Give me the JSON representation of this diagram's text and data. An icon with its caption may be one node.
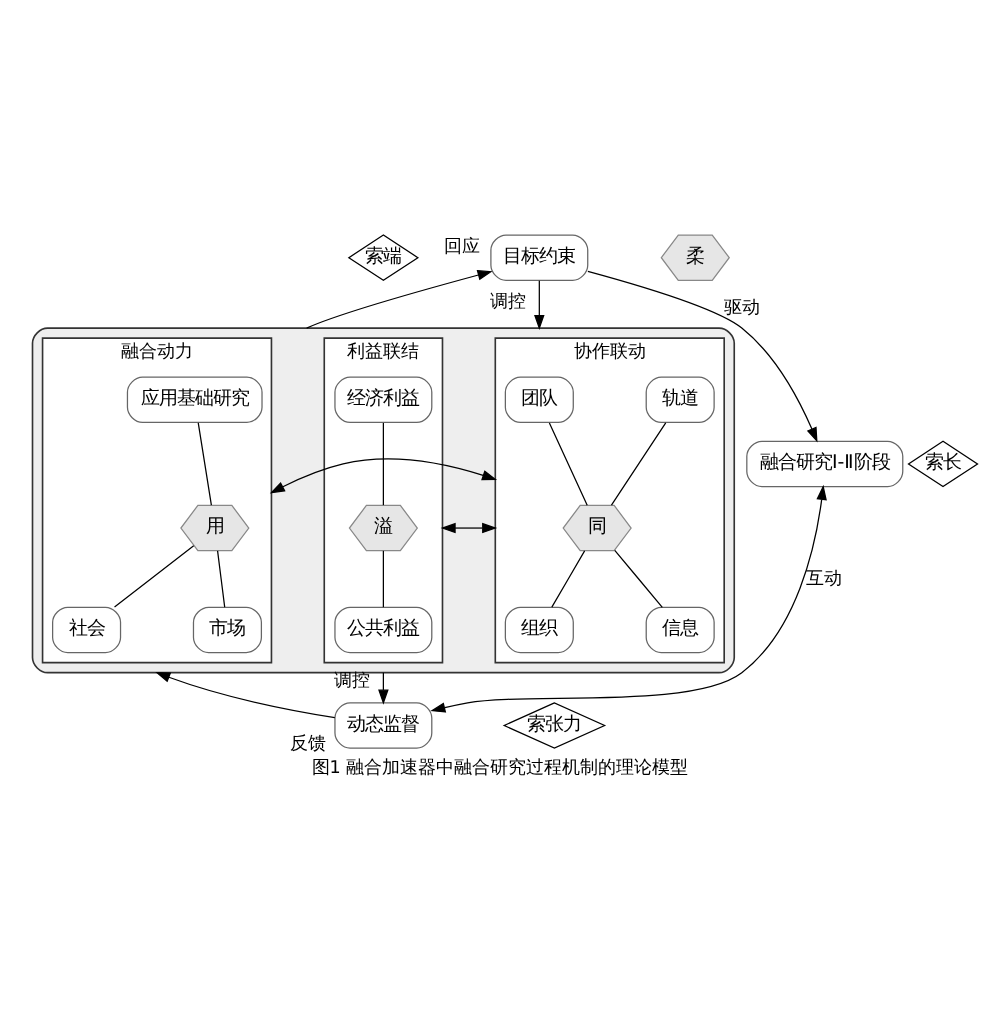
{
  "diagram": {
    "caption": "图1 融合加速器中融合研究过程机制的理论模型",
    "nodes": [
      {
        "text": [
          "索端"
        ]
      },
      {
        "text": [
          "目标约束"
        ]
      },
      {
        "text": [
          "索长"
        ]
      },
      {
        "text": [
          "融合研究Ⅰ-Ⅱ阶段"
        ]
      },
      {
        "text": [],
        "shape": "box"
      },
      {
        "text": [
          "融合动力"
        ],
        "in": 4
      },
      {
        "text": [
          "应用基础研究"
        ],
        "in": 5
      },
      {
        "text": [
          "用"
        ],
        "in": 5
      },
      {
        "text": [
          "社会"
        ],
        "in": 5
      },
      {
        "text": [
          "市场"
        ],
        "in": 5
      },
      {
        "text": [
          "协作联动"
        ],
        "in": 4
      },
      {
        "text": [
          "轨道"
        ],
        "in": 10
      },
      {
        "text": [
          "团队"
        ],
        "in": 10
      },
      {
        "text": [
          "同"
        ],
        "in": 10
      },
      {
        "text": [
          "组织"
        ],
        "in": 10
      },
      {
        "text": [
          "信息"
        ],
        "in": 10
      },
      {
        "text": [
          "利益联结"
        ],
        "in": 4
      },
      {
        "text": [
          "经济利益"
        ],
        "in": 16
      },
      {
        "text": [
          "溢"
        ],
        "in": 16
      },
      {
        "text": [
          "公共利益"
        ],
        "in": 16
      },
      {
        "text": [
          "索张力"
        ]
      },
      {
        "text": [
          "动态监督"
        ]
      },
      {
        "text": [
          "柔"
        ]
      }
    ],
    "edges": [
      {
        "from": 1,
        "to": 3,
        "arrow": "to",
        "label": "驱动"
      },
      {
        "from": 3,
        "to": 21,
        "arrow": "both",
        "label": "互动"
      },
      {
        "from": 5,
        "to": 10,
        "arrow": "both"
      },
      {
        "from": 10,
        "to": 16,
        "arrow": "both"
      },
      {
        "from": 7,
        "to": 6,
        "arrow": "none"
      },
      {
        "from": 7,
        "to": 8,
        "arrow": "none"
      },
      {
        "from": 7,
        "to": 9,
        "arrow": "none"
      },
      {
        "from": 13,
        "to": 11,
        "arrow": "none"
      },
      {
        "from": 13,
        "to": 12,
        "arrow": "none"
      },
      {
        "from": 13,
        "to": 14,
        "arrow": "none"
      },
      {
        "from": 13,
        "to": 15,
        "arrow": "none"
      },
      {
        "from": 18,
        "to": 17,
        "arrow": "none"
      },
      {
        "from": 18,
        "to": 19,
        "arrow": "none"
      },
      {
        "from": 4,
        "to": 1,
        "arrow": "to",
        "label": "回应"
      },
      {
        "from": 1,
        "to": 4,
        "arrow": "to",
        "label": "调控"
      },
      {
        "from": 21,
        "to": 4,
        "arrow": "to",
        "label": "反馈"
      },
      {
        "from": 4,
        "to": 21,
        "arrow": "to",
        "label": "调控"
      }
    ]
  }
}
